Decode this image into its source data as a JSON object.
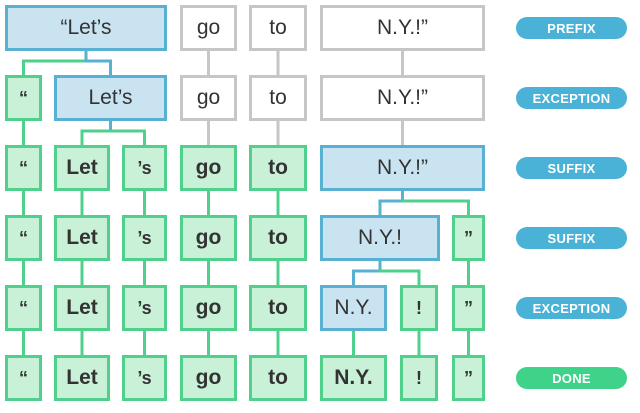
{
  "colors": {
    "gray_border": "#c6c6c6",
    "blue_fill": "#c9e4f0",
    "blue_border": "#58b0d3",
    "green_fill": "#c8f1d8",
    "green_border": "#4fd08d",
    "pill_blue": "#4ab2d6",
    "pill_green": "#3fd38a"
  },
  "rows": [
    {
      "label": "PREFIX",
      "label_style": "blue",
      "tokens": [
        {
          "text": "“Let’s",
          "style": "blue"
        },
        {
          "text": "go",
          "style": "gray"
        },
        {
          "text": "to",
          "style": "gray"
        },
        {
          "text": "N.Y.!”",
          "style": "gray"
        }
      ]
    },
    {
      "label": "EXCEPTION",
      "label_style": "blue",
      "tokens": [
        {
          "text": "“",
          "style": "green"
        },
        {
          "text": "Let’s",
          "style": "blue"
        },
        {
          "text": "go",
          "style": "gray"
        },
        {
          "text": "to",
          "style": "gray"
        },
        {
          "text": "N.Y.!”",
          "style": "gray"
        }
      ]
    },
    {
      "label": "SUFFIX",
      "label_style": "blue",
      "tokens": [
        {
          "text": "“",
          "style": "green"
        },
        {
          "text": "Let",
          "style": "green"
        },
        {
          "text": "’s",
          "style": "green"
        },
        {
          "text": "go",
          "style": "green"
        },
        {
          "text": "to",
          "style": "green"
        },
        {
          "text": "N.Y.!”",
          "style": "blue"
        }
      ]
    },
    {
      "label": "SUFFIX",
      "label_style": "blue",
      "tokens": [
        {
          "text": "“",
          "style": "green"
        },
        {
          "text": "Let",
          "style": "green"
        },
        {
          "text": "’s",
          "style": "green"
        },
        {
          "text": "go",
          "style": "green"
        },
        {
          "text": "to",
          "style": "green"
        },
        {
          "text": "N.Y.!",
          "style": "blue"
        },
        {
          "text": "”",
          "style": "green"
        }
      ]
    },
    {
      "label": "EXCEPTION",
      "label_style": "blue",
      "tokens": [
        {
          "text": "“",
          "style": "green"
        },
        {
          "text": "Let",
          "style": "green"
        },
        {
          "text": "’s",
          "style": "green"
        },
        {
          "text": "go",
          "style": "green"
        },
        {
          "text": "to",
          "style": "green"
        },
        {
          "text": "N.Y.",
          "style": "blue"
        },
        {
          "text": "!",
          "style": "green"
        },
        {
          "text": "”",
          "style": "green"
        }
      ]
    },
    {
      "label": "DONE",
      "label_style": "green",
      "tokens": [
        {
          "text": "“",
          "style": "green"
        },
        {
          "text": "Let",
          "style": "green"
        },
        {
          "text": "’s",
          "style": "green"
        },
        {
          "text": "go",
          "style": "green"
        },
        {
          "text": "to",
          "style": "green"
        },
        {
          "text": "N.Y.",
          "style": "green"
        },
        {
          "text": "!",
          "style": "green"
        },
        {
          "text": "”",
          "style": "green"
        }
      ]
    }
  ]
}
